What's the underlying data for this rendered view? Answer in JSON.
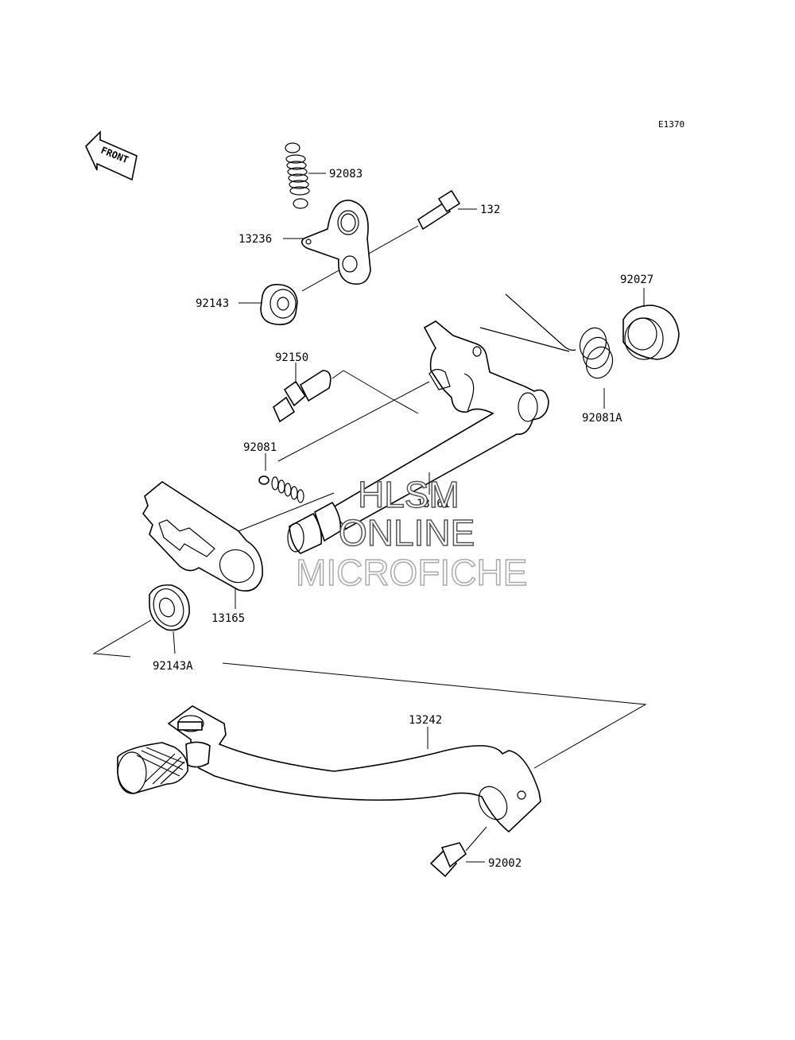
{
  "diagram_code": "E1370",
  "front_label": "FRONT",
  "parts": {
    "spring_92083": "92083",
    "bolt_132": "132",
    "plate_13236": "13236",
    "collar_92143": "92143",
    "seal_92027": "92027",
    "pin_92150": "92150",
    "spring_92081A": "92081A",
    "spring_92081": "92081",
    "shaft_13161": "13161",
    "arm_13165": "13165",
    "collar_92143A": "92143A",
    "pedal_13242": "13242",
    "bolt_92002": "92002"
  },
  "watermark": {
    "line1": "HLSM",
    "line2": "ONLINE",
    "line3": "MICROFICHE"
  }
}
